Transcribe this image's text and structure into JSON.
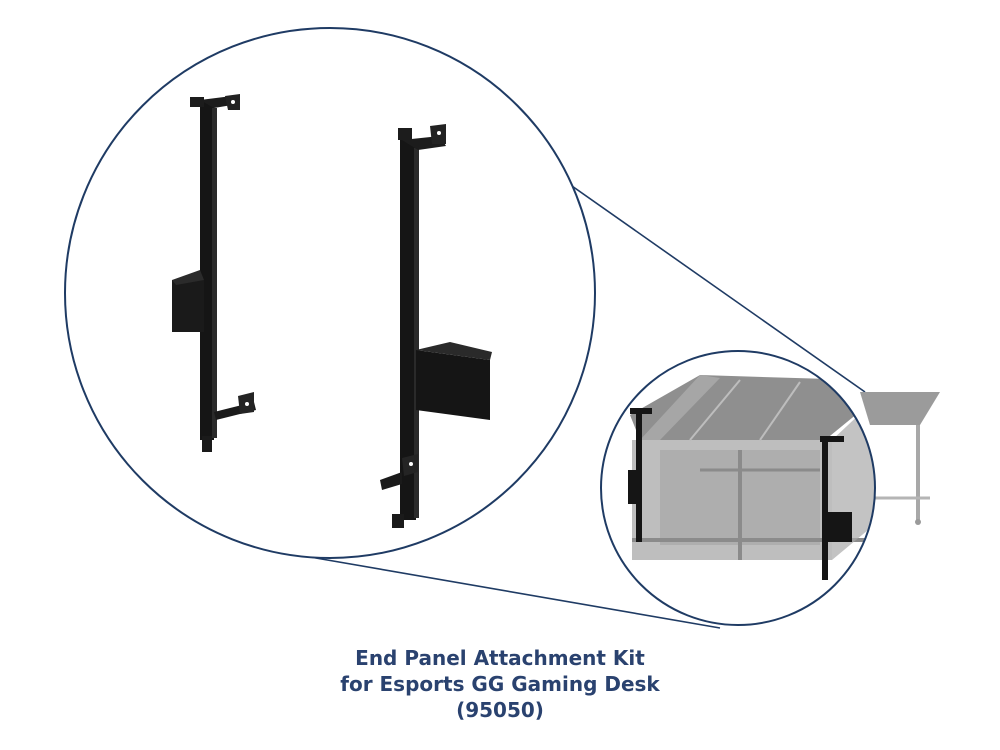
{
  "caption": {
    "line1": "End Panel Attachment Kit",
    "line2": "for Esports GG Gaming Desk",
    "line3": "(95050)"
  },
  "colors": {
    "outline": "#1f3b64",
    "caption_text": "#2a426f",
    "bracket": "#151515",
    "desk_gray": "#9b9b9b",
    "desk_dark": "#7d7d7d"
  },
  "icons": {
    "zoom_callout": "magnifier-callout",
    "left_bracket": "bracket-left-image",
    "right_bracket": "bracket-right-image",
    "desk": "gaming-desk-image"
  }
}
